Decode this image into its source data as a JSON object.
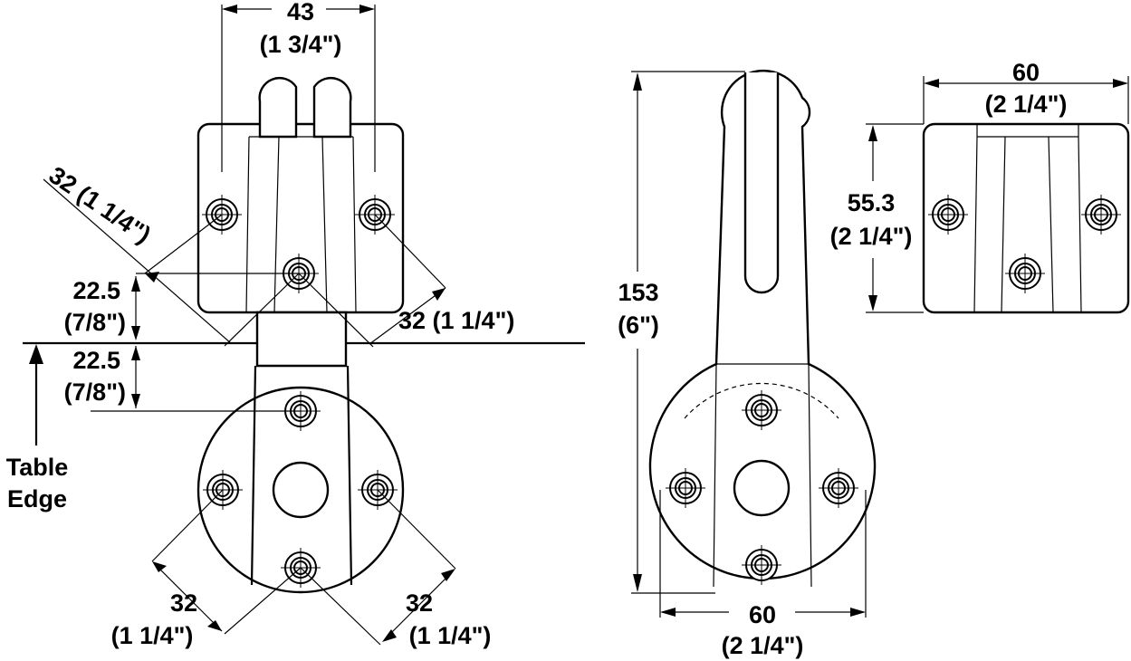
{
  "dimensions": {
    "top_width_mm": "43",
    "top_width_in": "(1 3/4\")",
    "diag_top_left": "32 (1 1/4\")",
    "diag_right": "32 (1 1/4\")",
    "upper_offset_mm": "22.5",
    "upper_offset_in": "(7/8\")",
    "lower_offset_mm": "22.5",
    "lower_offset_in": "(7/8\")",
    "bottom_left_mm": "32",
    "bottom_left_in": "(1 1/4\")",
    "bottom_right_mm": "32",
    "bottom_right_in": "(1 1/4\")",
    "height_mm": "153",
    "height_in": "(6\")",
    "base_width_mm": "60",
    "base_width_in": "(2 1/4\")",
    "plate_width_mm": "60",
    "plate_width_in": "(2 1/4\")",
    "plate_height_mm": "55.3",
    "plate_height_in": "(2 1/4\")"
  },
  "labels": {
    "table_edge_line1": "Table",
    "table_edge_line2": "Edge"
  }
}
